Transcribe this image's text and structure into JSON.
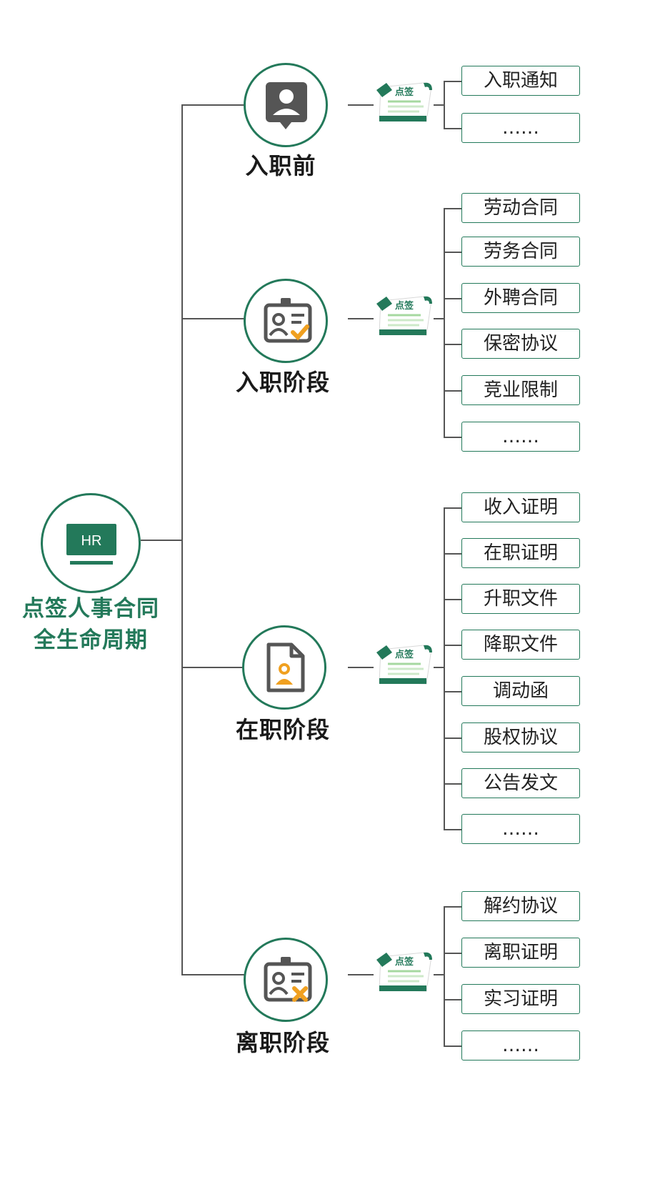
{
  "root": {
    "badge_text": "HR",
    "title_line1": "点签人事合同",
    "title_line2": "全生命周期"
  },
  "stages": [
    {
      "label": "入职前",
      "icon": "person-pin-icon",
      "items": [
        "入职通知",
        "……"
      ]
    },
    {
      "label": "入职阶段",
      "icon": "id-card-check-icon",
      "items": [
        "劳动合同",
        "劳务合同",
        "外聘合同",
        "保密协议",
        "竞业限制",
        "……"
      ]
    },
    {
      "label": "在职阶段",
      "icon": "document-person-icon",
      "items": [
        "收入证明",
        "在职证明",
        "升职文件",
        "降职文件",
        "调动函",
        "股权协议",
        "公告发文",
        "……"
      ]
    },
    {
      "label": "离职阶段",
      "icon": "id-card-cross-icon",
      "items": [
        "解约协议",
        "离职证明",
        "实习证明",
        "……"
      ]
    }
  ],
  "sign_badge_text": "点签",
  "colors": {
    "brand_green": "#23795a",
    "accent_orange": "#f0a020",
    "icon_gray": "#555555",
    "line": "#555555"
  }
}
